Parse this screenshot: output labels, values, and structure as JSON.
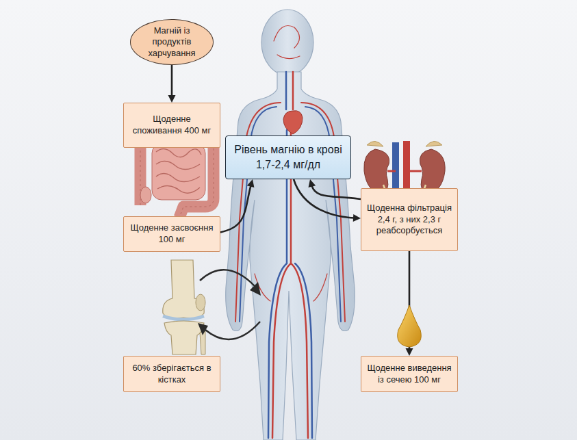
{
  "diagram": {
    "nodes": [
      {
        "text": [
          "Магній із продуктів харчування"
        ]
      },
      {
        "text": [
          "Щоденне споживання 400 мг"
        ]
      },
      {
        "text": [
          "Рівень магнію в крові",
          "1,7-2,4 мг/дл"
        ]
      },
      {
        "text": [
          "Щоденне засвоєння 100 мг"
        ]
      },
      {
        "text": [
          "Щоденна фільтрація 2,4 г, з них 2,3 г реабсорбується"
        ]
      },
      {
        "text": [
          "60% зберігається в кістках"
        ]
      },
      {
        "text": [
          "Щоденне виведення із сечею 100 мг"
        ]
      }
    ],
    "edges": [
      {
        "from": 0,
        "to": 1,
        "arrow": "to"
      },
      {
        "from": 3,
        "to": 2,
        "arrow": "to"
      },
      {
        "from": 2,
        "to": 4,
        "arrow": "to"
      },
      {
        "from": 4,
        "to": 2,
        "arrow": "to"
      },
      {
        "from": 4,
        "to": 6,
        "arrow": "to"
      }
    ]
  }
}
